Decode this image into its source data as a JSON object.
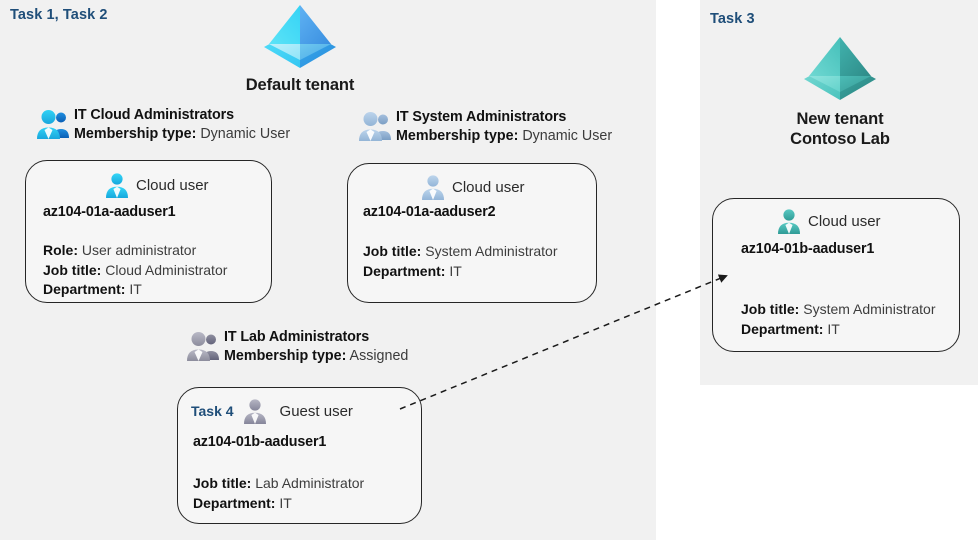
{
  "panels": {
    "left": {
      "task_label": "Task 1, Task 2"
    },
    "right": {
      "task_label": "Task 3"
    }
  },
  "tenants": [
    {
      "id": "default-tenant",
      "name_line1": "Default tenant",
      "name_line2": "",
      "icon": "azure-ad-tenant-icon",
      "color": "#32b0f0"
    },
    {
      "id": "new-tenant",
      "name_line1": "New  tenant",
      "name_line2": "Contoso Lab",
      "icon": "azure-ad-tenant-icon",
      "color": "#43b5b0"
    }
  ],
  "groups": [
    {
      "id": "it-cloud-administrators",
      "name": "IT Cloud Administrators",
      "membership_label": "Membership type:",
      "membership_value": "Dynamic User",
      "icon": "group-users-icon",
      "icon_color": "#29c3f0"
    },
    {
      "id": "it-system-administrators",
      "name": "IT System Administrators",
      "membership_label": "Membership type:",
      "membership_value": "Dynamic User",
      "icon": "group-users-icon",
      "icon_color": "#a8c4e0"
    },
    {
      "id": "it-lab-administrators",
      "name": "IT Lab Administrators",
      "membership_label": "Membership type:",
      "membership_value": "Assigned",
      "icon": "group-users-icon",
      "icon_color": "#9a9aa8"
    }
  ],
  "users": [
    {
      "id": "az104-01a-aaduser1",
      "task": "",
      "type_label": "Cloud user",
      "icon": "cloud-user-icon",
      "icon_color": "#2cc4ef",
      "username": "az104-01a-aaduser1",
      "attributes": [
        {
          "label": "Role:",
          "value": "User administrator"
        },
        {
          "label": "Job title:",
          "value": "Cloud Administrator"
        },
        {
          "label": "Department:",
          "value": "IT"
        }
      ]
    },
    {
      "id": "az104-01a-aaduser2",
      "task": "",
      "type_label": "Cloud user",
      "icon": "cloud-user-icon",
      "icon_color": "#a8c4e0",
      "username": "az104-01a-aaduser2",
      "attributes": [
        {
          "label": "Job title:",
          "value": "System Administrator"
        },
        {
          "label": "Department:",
          "value": "IT"
        }
      ]
    },
    {
      "id": "az104-01b-aaduser1-guest",
      "task": "Task 4",
      "type_label": "Guest user",
      "icon": "guest-user-icon",
      "icon_color": "#9a9aa8",
      "username": "az104-01b-aaduser1",
      "attributes": [
        {
          "label": "Job title:",
          "value": "Lab Administrator"
        },
        {
          "label": "Department:",
          "value": "IT"
        }
      ]
    },
    {
      "id": "az104-01b-aaduser1-cloud",
      "task": "",
      "type_label": "Cloud user",
      "icon": "cloud-user-icon",
      "icon_color": "#3fb5ae",
      "username": "az104-01b-aaduser1",
      "attributes": [
        {
          "label": "Job title:",
          "value": "System Administrator"
        },
        {
          "label": "Department:",
          "value": "IT"
        }
      ]
    }
  ],
  "connector": {
    "id": "guest-to-cloud-user-arrow",
    "style": "dashed-arrow",
    "color": "#1a1a1a"
  },
  "colors": {
    "panel_bg": "#f1f1f1",
    "page_bg": "#ffffff",
    "task_text": "#1f4e79",
    "body_text": "#111111",
    "card_border": "#262626"
  }
}
